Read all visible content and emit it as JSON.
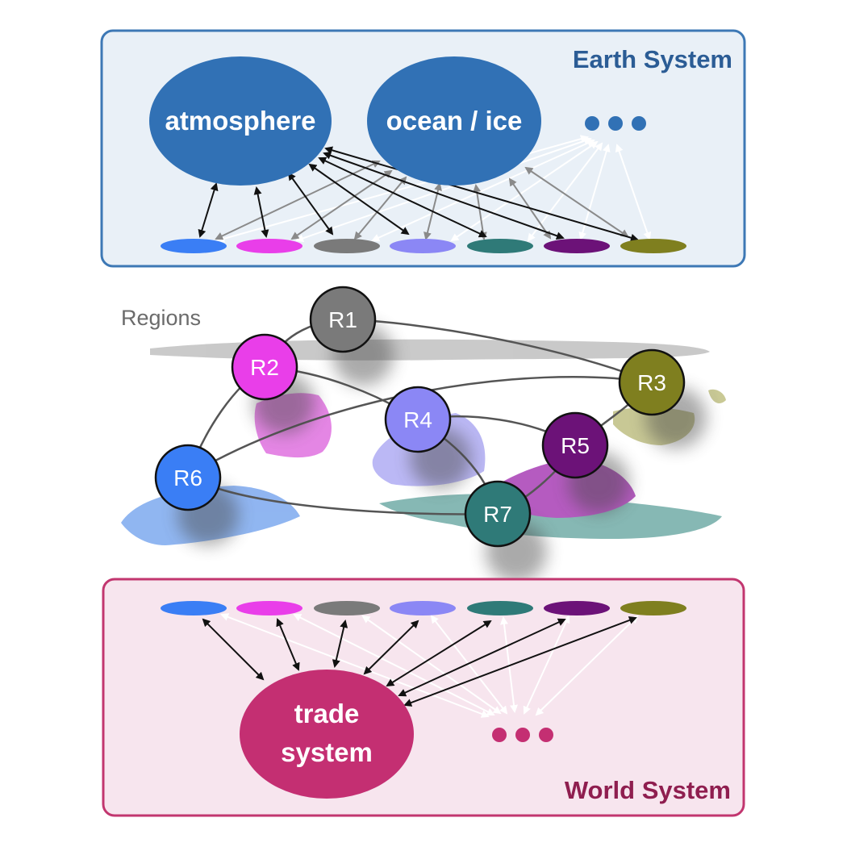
{
  "earth_system": {
    "title": "Earth System",
    "components": [
      "atmosphere",
      "ocean / ice"
    ],
    "more_indicator": "• • •"
  },
  "regions_panel": {
    "label": "Regions",
    "regions": [
      {
        "id": "R1",
        "label": "R1",
        "color": "#7a7a7a"
      },
      {
        "id": "R2",
        "label": "R2",
        "color": "#e93ee9"
      },
      {
        "id": "R3",
        "label": "R3",
        "color": "#7f7f1f"
      },
      {
        "id": "R4",
        "label": "R4",
        "color": "#8b87f5"
      },
      {
        "id": "R5",
        "label": "R5",
        "color": "#6c1278"
      },
      {
        "id": "R6",
        "label": "R6",
        "color": "#3a7ef5"
      },
      {
        "id": "R7",
        "label": "R7",
        "color": "#2f7a78"
      }
    ],
    "region_order_in_rows": [
      "R6",
      "R2",
      "R1",
      "R4",
      "R7",
      "R5",
      "R3"
    ]
  },
  "world_system": {
    "title": "World System",
    "components": [
      "trade",
      "system"
    ],
    "more_indicator": "• • •"
  },
  "colors": {
    "earth_box_fill": "#e9f0f7",
    "earth_box_stroke": "#3d78b5",
    "earth_blob": "#3171b5",
    "earth_title": "#2b5c95",
    "world_box_fill": "#f7e5ee",
    "world_box_stroke": "#c2366f",
    "world_blob": "#c42f72",
    "world_title": "#8f1e4f",
    "regions_label": "#6b6b6b",
    "map_land": "#c9c9c9"
  }
}
